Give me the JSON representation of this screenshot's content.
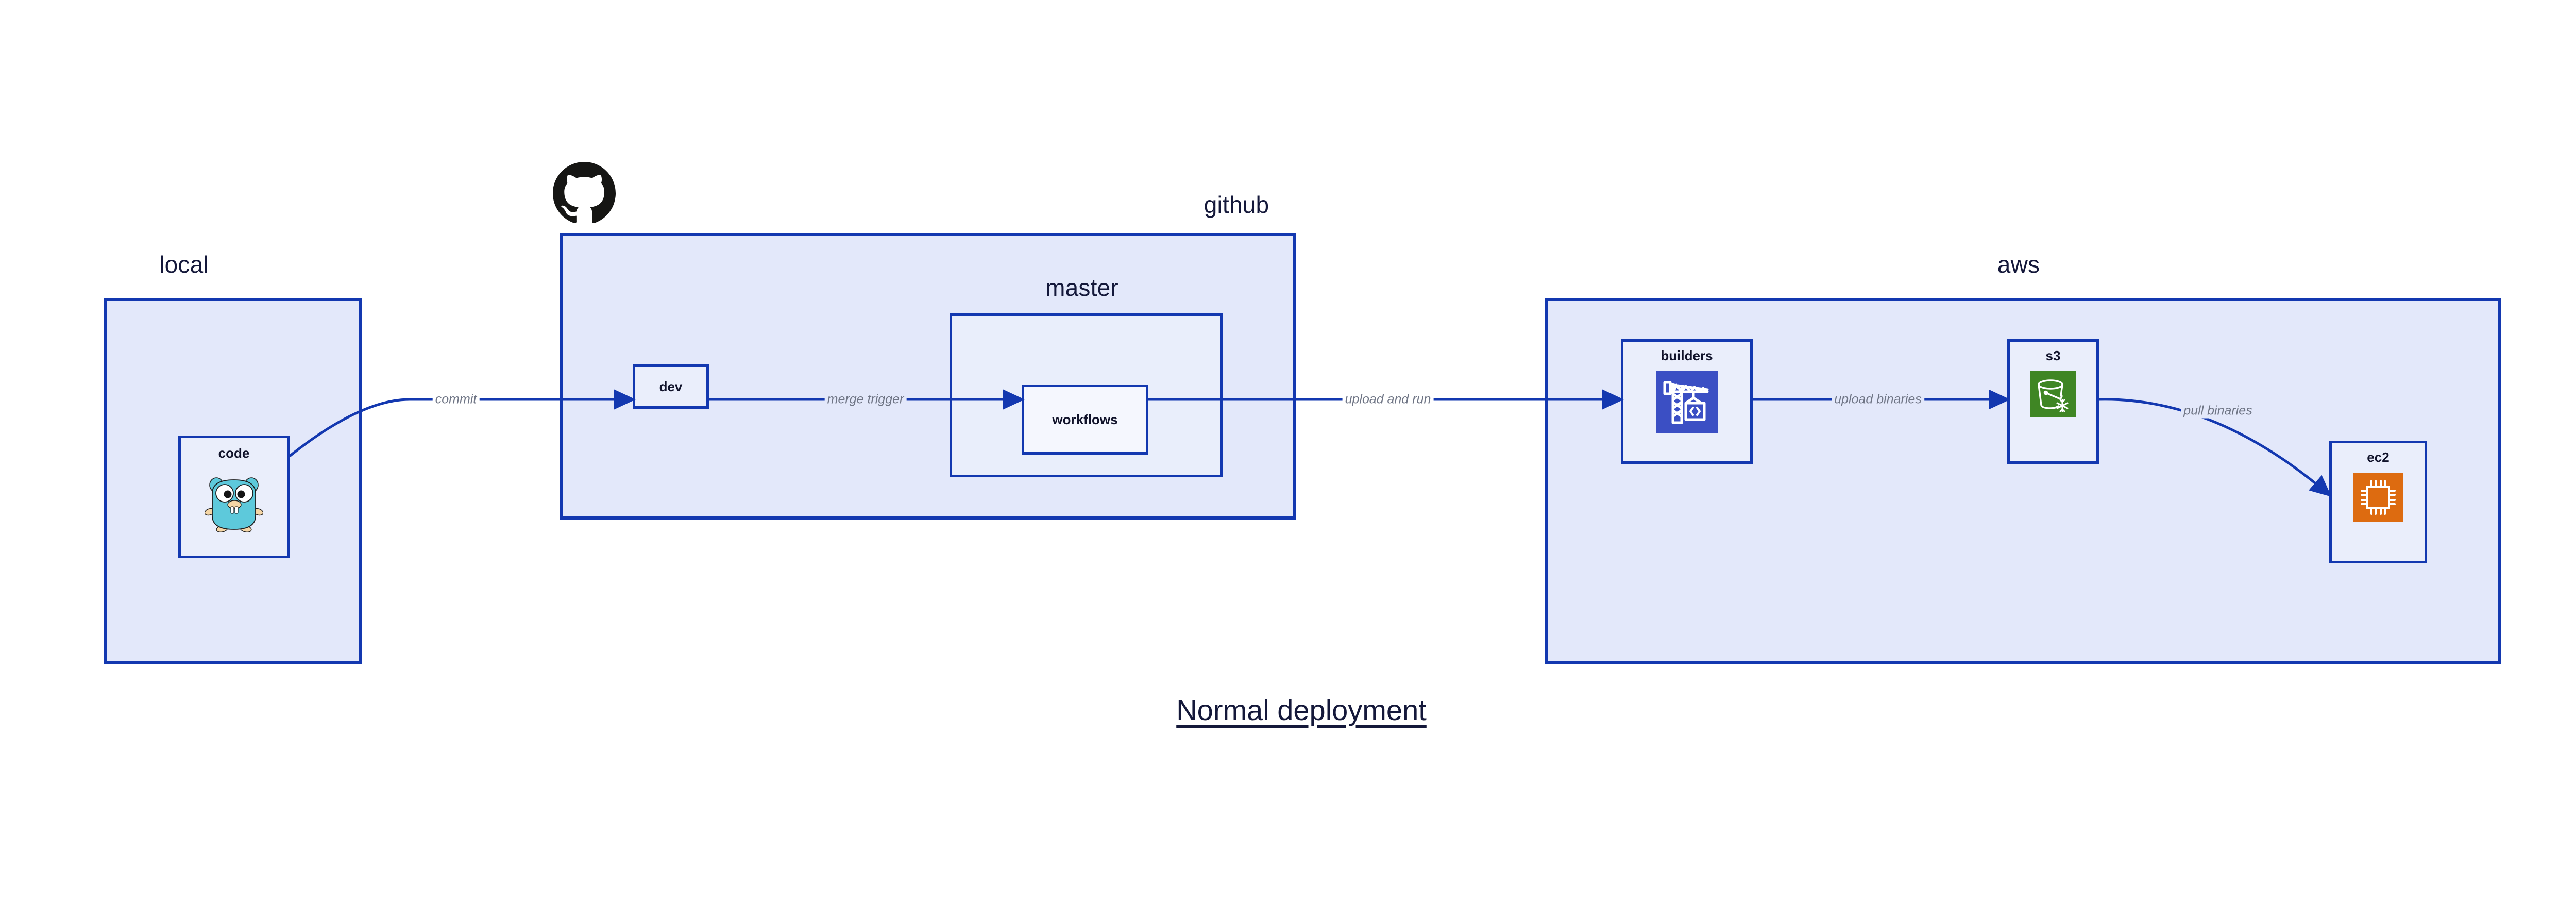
{
  "diagram": {
    "title": "Normal deployment",
    "colors": {
      "group_fill": "#e3e8fa",
      "group_border": "#1338b0",
      "node_fill": "#eaeefb",
      "edge_line": "#1338b0",
      "edge_label_text": "#6f7585",
      "title_text": "#14183a",
      "builders_icon_bg": "#3b4fc4",
      "s3_icon_bg": "#3f8624",
      "ec2_icon_bg": "#dd6b10",
      "gopher_body": "#5dc9db",
      "github_logo": "#161614"
    }
  },
  "groups": [
    {
      "id": "local",
      "label": "local"
    },
    {
      "id": "github",
      "label": "github"
    },
    {
      "id": "master",
      "label": "master"
    },
    {
      "id": "aws",
      "label": "aws"
    }
  ],
  "nodes": [
    {
      "id": "code",
      "label": "code",
      "icon": "go-gopher-icon"
    },
    {
      "id": "dev",
      "label": "dev",
      "icon": "none"
    },
    {
      "id": "workflows",
      "label": "workflows",
      "icon": "none"
    },
    {
      "id": "builders",
      "label": "builders",
      "icon": "aws-builders-crane-icon"
    },
    {
      "id": "s3",
      "label": "s3",
      "icon": "aws-s3-bucket-icon"
    },
    {
      "id": "ec2",
      "label": "ec2",
      "icon": "aws-ec2-chip-icon"
    }
  ],
  "edges": [
    {
      "id": "code-dev",
      "from": "code",
      "to": "dev",
      "label": "commit"
    },
    {
      "id": "dev-workflows",
      "from": "dev",
      "to": "workflows",
      "label": "merge trigger"
    },
    {
      "id": "workflows-build",
      "from": "workflows",
      "to": "builders",
      "label": "upload and run"
    },
    {
      "id": "builders-s3",
      "from": "builders",
      "to": "s3",
      "label": "upload binaries"
    },
    {
      "id": "s3-ec2",
      "from": "s3",
      "to": "ec2",
      "label": "pull binaries"
    }
  ],
  "logos": [
    {
      "id": "github-logo",
      "name": "github-octocat-logo"
    }
  ]
}
